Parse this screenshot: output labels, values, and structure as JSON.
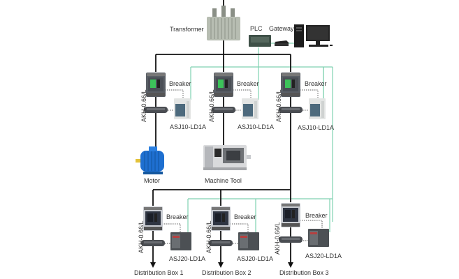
{
  "diagram": {
    "title": "Power distribution monitoring system",
    "top": {
      "transformer_label": "Transformer",
      "plc_label": "PLC",
      "gateway_label": "Gateway"
    },
    "upper_feeders": [
      {
        "breaker_label": "Breaker",
        "ct_label": "AKH-0.66/L",
        "monitor_label": "ASJ10-LD1A",
        "load_label": "Motor"
      },
      {
        "breaker_label": "Breaker",
        "ct_label": "AKH-0.66/L",
        "monitor_label": "ASJ10-LD1A",
        "load_label": "Machine Tool"
      },
      {
        "breaker_label": "Breaker",
        "ct_label": "AKH-0.66/L",
        "monitor_label": "ASJ10-LD1A",
        "load_label": ""
      }
    ],
    "lower_feeders": [
      {
        "breaker_label": "Breaker",
        "ct_label": "AKH-0.66/L",
        "monitor_label": "ASJ20-LD1A",
        "load_label": "Distribution Box 1"
      },
      {
        "breaker_label": "Breaker",
        "ct_label": "AKH-0.66/L",
        "monitor_label": "ASJ20-LD1A",
        "load_label": "Distribution Box 2"
      },
      {
        "breaker_label": "Breaker",
        "ct_label": "AKH-0.66/L",
        "monitor_label": "ASJ20-LD1A",
        "load_label": "Distribution Box 3"
      }
    ],
    "colors": {
      "power_line": "#111111",
      "comm_line": "#7fd1b0",
      "breaker_body": "#5a5f66",
      "breaker_green": "#3cc35a",
      "breaker_dark": "#2f3542",
      "motor_blue": "#1e6fd0"
    }
  }
}
